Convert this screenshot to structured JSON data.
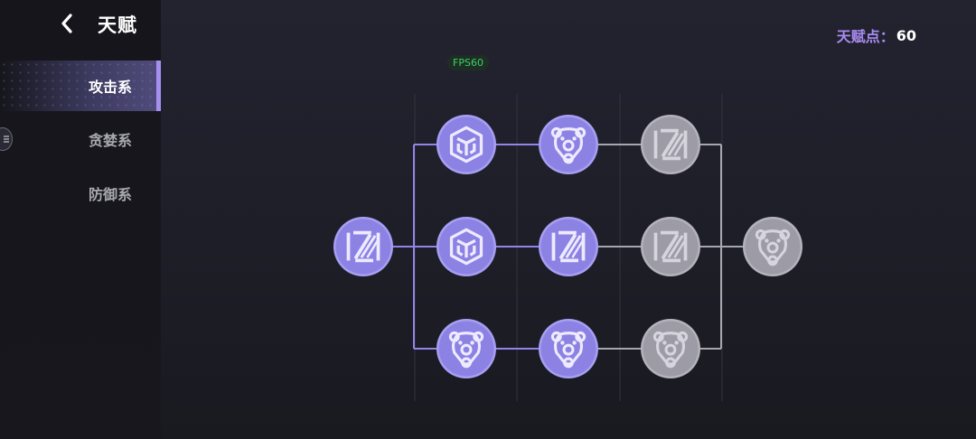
{
  "header": {
    "title": "天赋",
    "points_label": "天赋点：",
    "points_value": "60"
  },
  "fps_badge": "FPS60",
  "sidebar": {
    "tabs": [
      {
        "label": "攻击系",
        "active": true
      },
      {
        "label": "贪婪系",
        "active": false
      },
      {
        "label": "防御系",
        "active": false
      }
    ]
  },
  "colors": {
    "accent": "#a590f0",
    "node_active": "#8c82e4",
    "node_inactive": "#9c9ba6",
    "line_active": "#8f86ea",
    "line_inactive": "#a6a6ae"
  },
  "talent_tree": {
    "nodes": [
      {
        "id": "root",
        "icon": "stripes-z-icon",
        "active": true
      },
      {
        "id": "c1-top",
        "icon": "cube-icon",
        "active": true
      },
      {
        "id": "c1-mid",
        "icon": "cube-icon",
        "active": true
      },
      {
        "id": "c1-bot",
        "icon": "bear-icon",
        "active": true
      },
      {
        "id": "c2-top",
        "icon": "bear-icon",
        "active": true
      },
      {
        "id": "c2-mid",
        "icon": "stripes-z-icon",
        "active": true
      },
      {
        "id": "c2-bot",
        "icon": "bear-icon",
        "active": true
      },
      {
        "id": "c3-top",
        "icon": "stripes-z-icon",
        "active": false
      },
      {
        "id": "c3-mid",
        "icon": "stripes-z-icon",
        "active": false
      },
      {
        "id": "c3-bot",
        "icon": "bear-icon",
        "active": false
      },
      {
        "id": "final",
        "icon": "bear-icon",
        "active": false
      }
    ]
  }
}
